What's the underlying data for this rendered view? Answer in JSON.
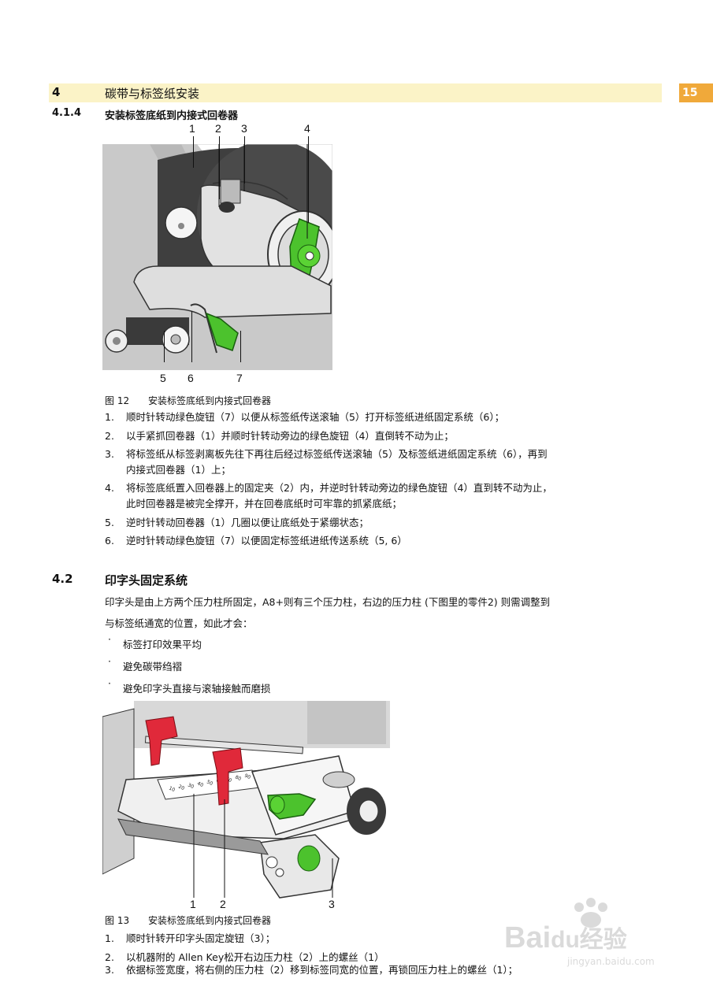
{
  "header": {
    "section_number": "4",
    "section_title": "碳带与标签纸安装",
    "page_number": "15"
  },
  "sub": {
    "number": "4.1.4",
    "title": "安装标签底纸到内接式回卷器"
  },
  "fig12": {
    "callouts_top": [
      "1",
      "2",
      "3",
      "4"
    ],
    "callouts_bottom": [
      "5",
      "6",
      "7"
    ],
    "caption_label": "图  12",
    "caption_text": "安装标签底纸到内接式回卷器"
  },
  "steps1": [
    {
      "n": "1.",
      "text": "顺时针转动绿色旋钮（7）以便从标签纸传送滚轴（5）打开标签纸进纸固定系统（6）；"
    },
    {
      "n": "2.",
      "text": "以手紧抓回卷器（1）并顺时针转动旁边的绿色旋钮（4）直倒转不动为止；"
    },
    {
      "n": "3.",
      "text": "将标签纸从标签剥离板先往下再往后经过标签纸传送滚轴（5）及标签纸进纸固定系统（6），再到",
      "text2": "内接式回卷器（1）上；"
    },
    {
      "n": "4.",
      "text": "将标签底纸置入回卷器上的固定夹（2）内，并逆时针转动旁边的绿色旋钮（4）直到转不动为止，",
      "text2": "此时回卷器是被完全撑开，并在回卷底纸时可牢靠的抓紧底纸；"
    },
    {
      "n": "5.",
      "text": "逆时针转动回卷器（1）几圈以便让底纸处于紧绷状态；"
    },
    {
      "n": "6.",
      "text": "逆时针转动绿色旋钮（7）以便固定标签纸进纸传送系统（5, 6）"
    }
  ],
  "section42": {
    "number": "4.2",
    "title": "印字头固定系统",
    "para1": "印字头是由上方两个压力柱所固定，A8+则有三个压力柱，右边的压力柱 (下图里的零件2) 则需调整到",
    "para2": "与标签纸通宽的位置，如此才会：",
    "bullets": [
      "标签打印效果平均",
      "避免碳带绉褶",
      "避免印字头直接与滚轴接触而磨损"
    ],
    "bullet_mark": "·"
  },
  "fig13": {
    "callouts": [
      "1",
      "2",
      "3"
    ],
    "scale_labels": [
      "10",
      "20",
      "30",
      "40",
      "50",
      "60",
      "70",
      "80",
      "90"
    ],
    "caption_label": "图  13",
    "caption_text": "安装标签底纸到内接式回卷器"
  },
  "steps2": [
    {
      "n": "1.",
      "text": "顺时针转开印字头固定旋钮（3）；"
    },
    {
      "n": "2.",
      "text": "以机器附的  Allen Key松开右边压力柱（2）上的螺丝（1）"
    },
    {
      "n": "3.",
      "text": "依据标签宽度，将右侧的压力柱（2）移到标签同宽的位置，再锁回压力柱上的螺丝（1）；"
    }
  ],
  "watermark": {
    "brand": "Bai",
    "brand2": "du",
    "suffix": "经验",
    "url": "jingyan.baidu.com"
  },
  "colors": {
    "header_bg": "#fbf3c7",
    "badge": "#f0a93a",
    "knob_green": "#4cc22d",
    "clamp_red": "#e0293a"
  }
}
